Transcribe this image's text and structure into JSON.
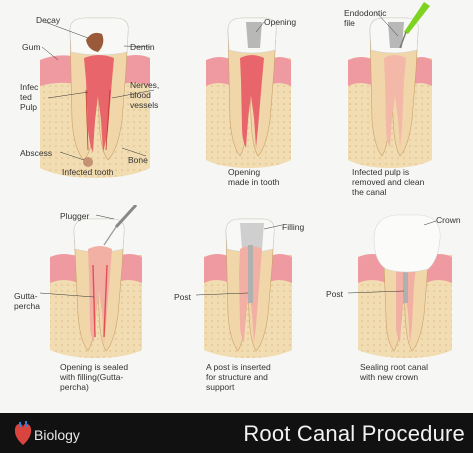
{
  "footer": {
    "brand": "Biology",
    "title": "Root Canal Procedure",
    "logo_icon": "heart-organ-icon"
  },
  "colors": {
    "gum": "#ef9aa0",
    "bone": "#f2dcb2",
    "enamel": "#f8f8f6",
    "dentin": "#f0d6a8",
    "pulp": "#e9656c",
    "gutta": "#e98a7e",
    "filling": "#cfcfcf",
    "background": "#f6f6f4",
    "footer": "#111111"
  },
  "panels": [
    {
      "caption": "Infected tooth",
      "labels": {
        "decay": "Decay",
        "gum": "Gum",
        "pulp": "Infec\nted\nPulp",
        "dentin": "Dentin",
        "nerves": "Nerves,\nblood\nvessels",
        "abscess": "Abscess",
        "bone": "Bone"
      }
    },
    {
      "caption": "Opening\nmade in tooth",
      "labels": {
        "opening": "Opening"
      }
    },
    {
      "caption": "Infected pulp is\nremoved and clean\nthe canal",
      "labels": {
        "file": "Endodontic\nfile"
      }
    },
    {
      "caption": "Opening is sealed\nwith filling(Gutta-\npercha)",
      "labels": {
        "plugger": "Plugger",
        "gutta": "Gutta-\npercha"
      }
    },
    {
      "caption": "A post is inserted\nfor structure and\nsupport",
      "labels": {
        "filling": "Filling",
        "post": "Post"
      }
    },
    {
      "caption": "Sealing root canal\nwith new crown",
      "labels": {
        "crown": "Crown",
        "post": "Post"
      }
    }
  ]
}
